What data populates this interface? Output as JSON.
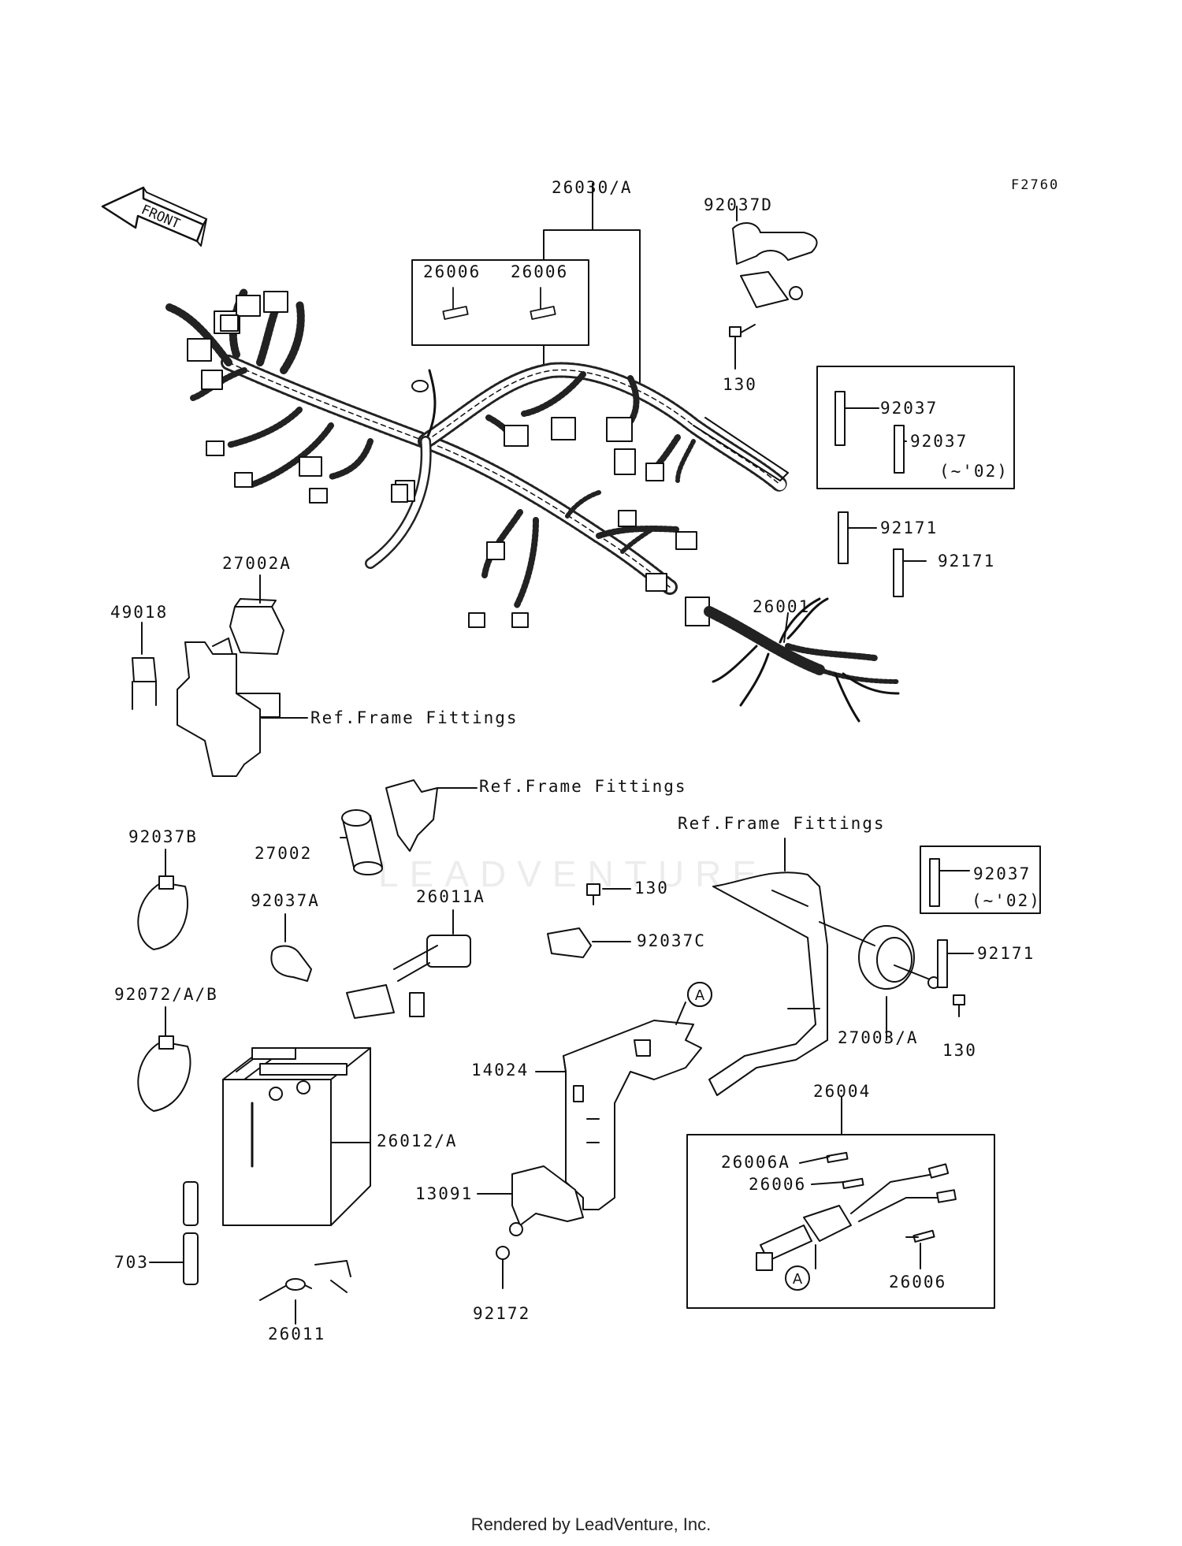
{
  "diagram": {
    "figure_id": "F2760",
    "front_arrow_label": "FRONT",
    "watermark": "LEADVENTURE",
    "callouts": [
      {
        "id": "c-26030a",
        "text": "26030/A"
      },
      {
        "id": "c-26006-a",
        "text": "26006"
      },
      {
        "id": "c-26006-b",
        "text": "26006"
      },
      {
        "id": "c-92037d",
        "text": "92037D"
      },
      {
        "id": "c-130-a",
        "text": "130"
      },
      {
        "id": "c-92037-a",
        "text": "92037"
      },
      {
        "id": "c-92037-b",
        "text": "92037"
      },
      {
        "id": "c-note-02-a",
        "text": "(~'02)"
      },
      {
        "id": "c-92171-a",
        "text": "92171"
      },
      {
        "id": "c-92171-b",
        "text": "92171"
      },
      {
        "id": "c-26001",
        "text": "26001"
      },
      {
        "id": "c-27002a",
        "text": "27002A"
      },
      {
        "id": "c-49018",
        "text": "49018"
      },
      {
        "id": "c-ref-frame-a",
        "text": "Ref.Frame Fittings"
      },
      {
        "id": "c-ref-frame-b",
        "text": "Ref.Frame Fittings"
      },
      {
        "id": "c-ref-frame-c",
        "text": "Ref.Frame Fittings"
      },
      {
        "id": "c-92037b",
        "text": "92037B"
      },
      {
        "id": "c-27002",
        "text": "27002"
      },
      {
        "id": "c-92037a",
        "text": "92037A"
      },
      {
        "id": "c-26011a",
        "text": "26011A"
      },
      {
        "id": "c-130-b",
        "text": "130"
      },
      {
        "id": "c-92037c",
        "text": "92037C"
      },
      {
        "id": "c-92037-c",
        "text": "92037"
      },
      {
        "id": "c-note-02-b",
        "text": "(~'02)"
      },
      {
        "id": "c-92171-c",
        "text": "92171"
      },
      {
        "id": "c-92072",
        "text": "92072/A/B"
      },
      {
        "id": "c-27003a",
        "text": "27003/A"
      },
      {
        "id": "c-130-c",
        "text": "130"
      },
      {
        "id": "c-14024",
        "text": "14024"
      },
      {
        "id": "c-26004",
        "text": "26004"
      },
      {
        "id": "c-26012a",
        "text": "26012/A"
      },
      {
        "id": "c-26006a",
        "text": "26006A"
      },
      {
        "id": "c-26006-c",
        "text": "26006"
      },
      {
        "id": "c-13091",
        "text": "13091"
      },
      {
        "id": "c-703",
        "text": "703"
      },
      {
        "id": "c-26006-d",
        "text": "26006"
      },
      {
        "id": "c-92172",
        "text": "92172"
      },
      {
        "id": "c-26011",
        "text": "26011"
      }
    ],
    "ref_markers": [
      "A",
      "A"
    ]
  },
  "footer": {
    "text": "Rendered by LeadVenture, Inc."
  }
}
